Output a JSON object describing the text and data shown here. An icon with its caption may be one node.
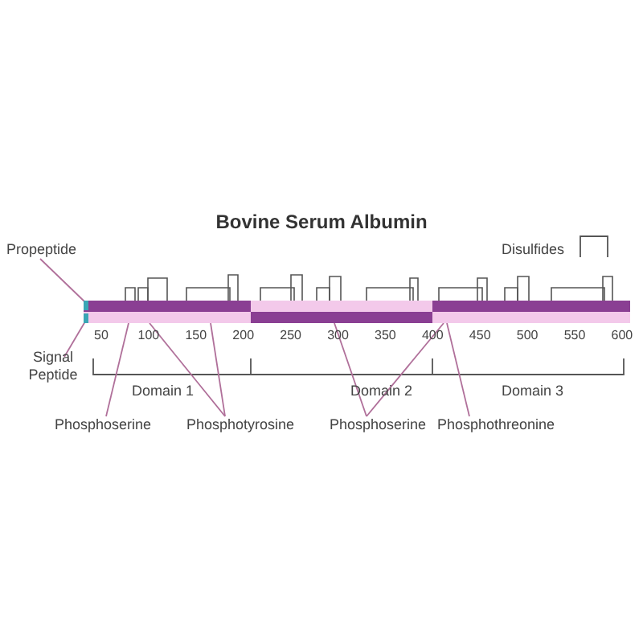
{
  "diagram": {
    "title": "Bovine Serum Albumin",
    "nodes": [
      {
        "text": [
          "Propeptide"
        ]
      },
      {
        "text": [],
        "shape": "bar"
      },
      {
        "text": [],
        "shape": "bar",
        "in": 1
      },
      {
        "text": [],
        "shape": "bar",
        "in": 1
      },
      {
        "text": [
          "Signal Peptide"
        ]
      },
      {
        "text": [
          "Phosphoserine"
        ]
      },
      {
        "text": [
          "Phosphotyrosine"
        ]
      },
      {
        "text": [
          "Phosphoserine"
        ]
      },
      {
        "text": [
          "Phosphothreonine"
        ]
      }
    ],
    "edges": [
      {
        "from": 0,
        "to": 2,
        "arrow": "none"
      },
      {
        "from": 4,
        "to": 3,
        "arrow": "none"
      },
      {
        "from": 5,
        "to": 1,
        "arrow": "none"
      },
      {
        "from": 6,
        "to": 1,
        "arrow": "none"
      },
      {
        "from": 6,
        "to": 1,
        "arrow": "none"
      },
      {
        "from": 7,
        "to": 1,
        "arrow": "none"
      },
      {
        "from": 7,
        "to": 1,
        "arrow": "none"
      },
      {
        "from": 8,
        "to": 1,
        "arrow": "none"
      }
    ],
    "labels": [
      "50",
      "100",
      "150",
      "200",
      "250",
      "300",
      "350",
      "400",
      "450",
      "500",
      "550",
      "600",
      "Domain 1",
      "Domain 2",
      "Domain 3"
    ],
    "legend": [
      {
        "text": "Disulfides"
      }
    ]
  }
}
